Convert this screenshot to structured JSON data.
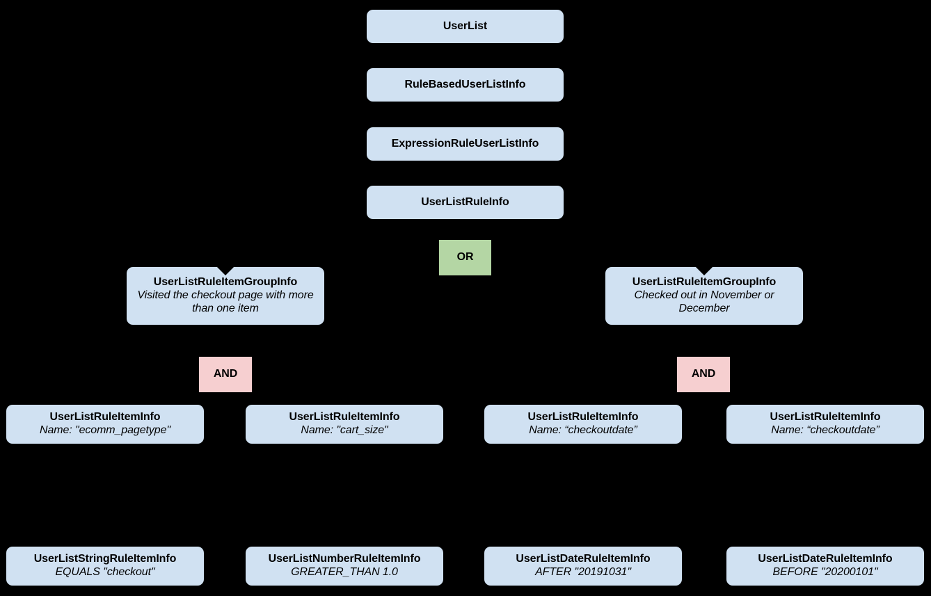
{
  "diagram": {
    "type": "class-hierarchy-tree",
    "background_color": "#000000",
    "class_node_color": "#d0e1f2",
    "or_node_color": "#b4d6a4",
    "and_node_color": "#f6cfd0",
    "text_color": "#000000"
  },
  "nodes": {
    "user_list": {
      "title": "UserList"
    },
    "rule_based_user_list_info": {
      "title": "RuleBasedUserListInfo"
    },
    "expression_rule_user_list_info": {
      "title": "ExpressionRuleUserListInfo"
    },
    "user_list_rule_info": {
      "title": "UserListRuleInfo"
    },
    "or_operator": {
      "title": "OR"
    },
    "group_left": {
      "title": "UserListRuleItemGroupInfo",
      "subtitle": "Visited the checkout page with more than one item"
    },
    "group_right": {
      "title": "UserListRuleItemGroupInfo",
      "subtitle": "Checked out in November or December"
    },
    "and_operator_left": {
      "title": "AND"
    },
    "and_operator_right": {
      "title": "AND"
    },
    "rule_item_1": {
      "title": "UserListRuleItemInfo",
      "subtitle": "Name: \"ecomm_pagetype\""
    },
    "rule_item_2": {
      "title": "UserListRuleItemInfo",
      "subtitle": "Name: \"cart_size\""
    },
    "rule_item_3": {
      "title": "UserListRuleItemInfo",
      "subtitle": "Name: “checkoutdate”"
    },
    "rule_item_4": {
      "title": "UserListRuleItemInfo",
      "subtitle": "Name: “checkoutdate”"
    },
    "leaf_1": {
      "title": "UserListStringRuleItemInfo",
      "subtitle": "EQUALS \"checkout\""
    },
    "leaf_2": {
      "title": "UserListNumberRuleItemInfo",
      "subtitle": "GREATER_THAN 1.0"
    },
    "leaf_3": {
      "title": "UserListDateRuleItemInfo",
      "subtitle": "AFTER \"20191031\""
    },
    "leaf_4": {
      "title": "UserListDateRuleItemInfo",
      "subtitle": "BEFORE \"20200101\""
    }
  }
}
